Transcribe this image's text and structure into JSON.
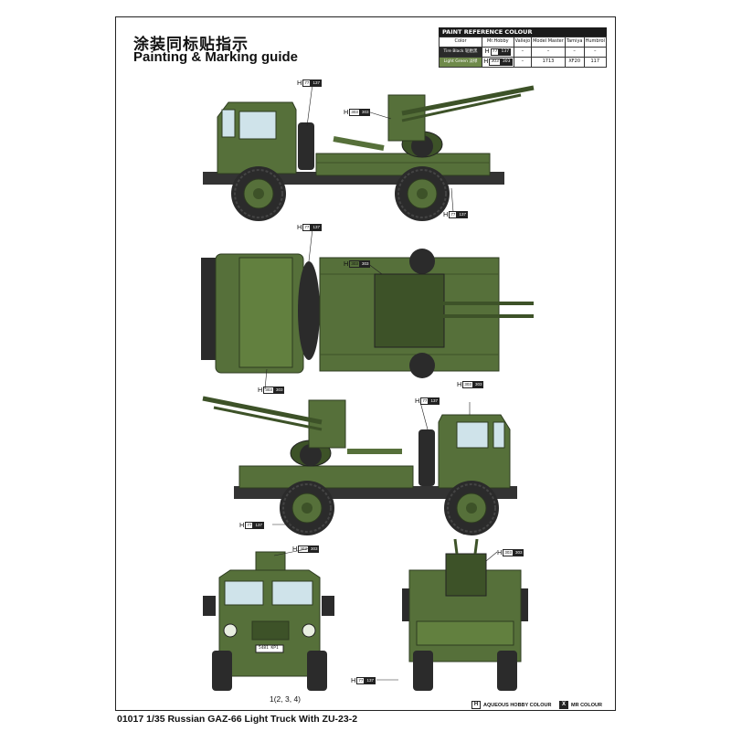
{
  "title_cn": "涂装同标贴指示",
  "title_en": "Painting & Marking guide",
  "paint_table": {
    "caption": "PAINT  REFERENCE COLOUR",
    "headers": [
      "Color",
      "Mr.Hobby",
      "Vallejo",
      "Model Master",
      "Tamiya",
      "Humbrol"
    ],
    "rows": [
      {
        "name": "Tire Black 轮胎黑",
        "swatch": "#2a2a2a",
        "h_letter": "H",
        "h1": "77",
        "h2": "137",
        "vallejo": "–",
        "model_master": "–",
        "tamiya": "–",
        "humbrol": "–"
      },
      {
        "name": "Light Green 淡绿",
        "swatch": "#6f8a4a",
        "h_letter": "H",
        "h1": "303",
        "h2": "303",
        "vallejo": "–",
        "model_master": "1713",
        "tamiya": "XF20",
        "humbrol": "117"
      }
    ]
  },
  "callouts": [
    {
      "id": "side1-top",
      "h": "H",
      "a": "77",
      "b": "137"
    },
    {
      "id": "side1-mid",
      "h": "H",
      "a": "303",
      "b": "303"
    },
    {
      "id": "side1-wheel",
      "h": "H",
      "a": "77",
      "b": "137"
    },
    {
      "id": "top-spare",
      "h": "H",
      "a": "77",
      "b": "137"
    },
    {
      "id": "top-body",
      "h": "H",
      "a": "303",
      "b": "303"
    },
    {
      "id": "top-bottom",
      "h": "H",
      "a": "303",
      "b": "303"
    },
    {
      "id": "side2-body",
      "h": "H",
      "a": "303",
      "b": "303"
    },
    {
      "id": "side2-spare",
      "h": "H",
      "a": "77",
      "b": "137"
    },
    {
      "id": "side2-wheel",
      "h": "H",
      "a": "77",
      "b": "137"
    },
    {
      "id": "front-top",
      "h": "H",
      "a": "303",
      "b": "303"
    },
    {
      "id": "rear-top",
      "h": "H",
      "a": "303",
      "b": "303"
    },
    {
      "id": "front-wheel",
      "h": "H",
      "a": "77",
      "b": "137"
    }
  ],
  "plate": "5481 KP1",
  "decal_note": "1(2, 3, 4)",
  "legend": {
    "aqueous_symbol": "H",
    "aqueous_label": "AQUEOUS HOBBY COLOUR",
    "mr_symbol": "X",
    "mr_label": "MR COLOUR"
  },
  "footer": "01017  1/35   Russian GAZ-66 Light Truck With ZU-23-2",
  "colors": {
    "truck_green": "#56703a",
    "truck_dark": "#3d5228",
    "truck_light": "#7a9655",
    "tire": "#2b2b2b",
    "glass": "#cfe3ea"
  }
}
